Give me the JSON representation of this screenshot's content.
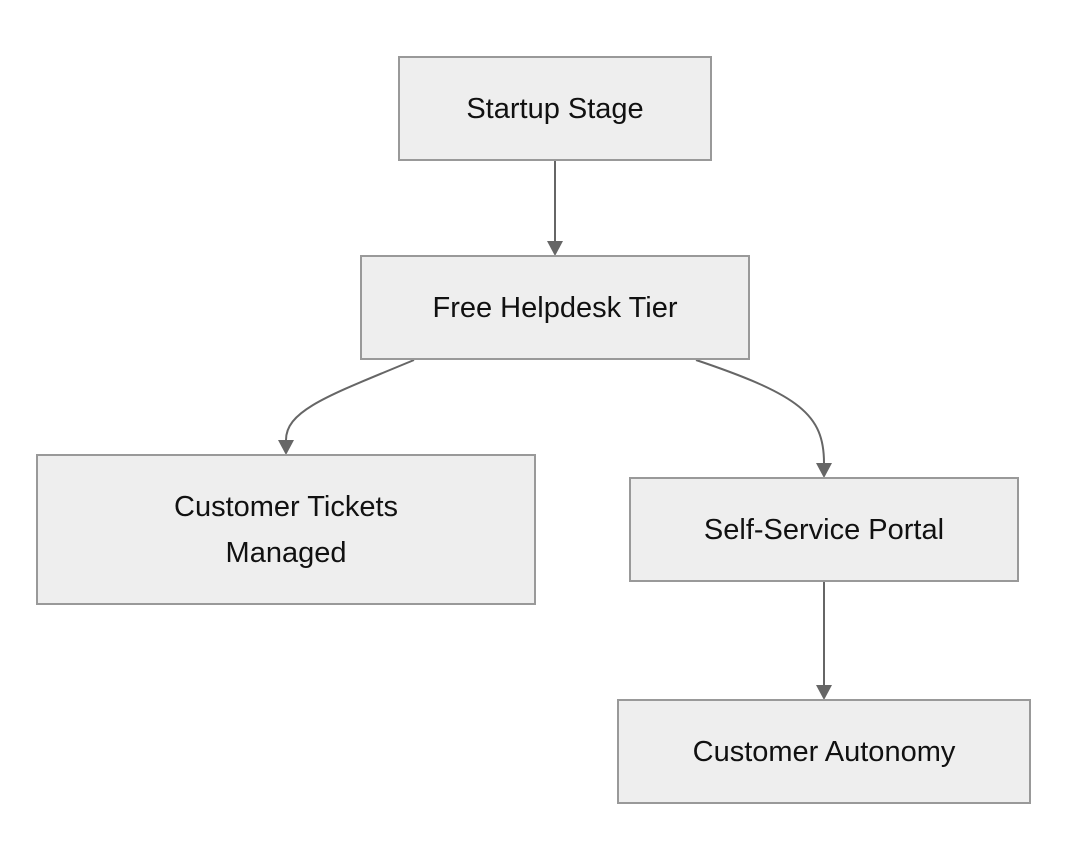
{
  "diagram": {
    "nodes": {
      "startup": {
        "label": "Startup Stage"
      },
      "helpdesk": {
        "label": "Free Helpdesk Tier"
      },
      "tickets": {
        "label": "Customer Tickets Managed"
      },
      "portal": {
        "label": "Self-Service Portal"
      },
      "autonomy": {
        "label": "Customer Autonomy"
      }
    },
    "edges": [
      {
        "from": "startup",
        "to": "helpdesk"
      },
      {
        "from": "helpdesk",
        "to": "tickets"
      },
      {
        "from": "helpdesk",
        "to": "portal"
      },
      {
        "from": "portal",
        "to": "autonomy"
      }
    ],
    "colors": {
      "node_fill": "#eeeeee",
      "node_border": "#999999",
      "edge": "#666666",
      "text": "#111111"
    }
  }
}
